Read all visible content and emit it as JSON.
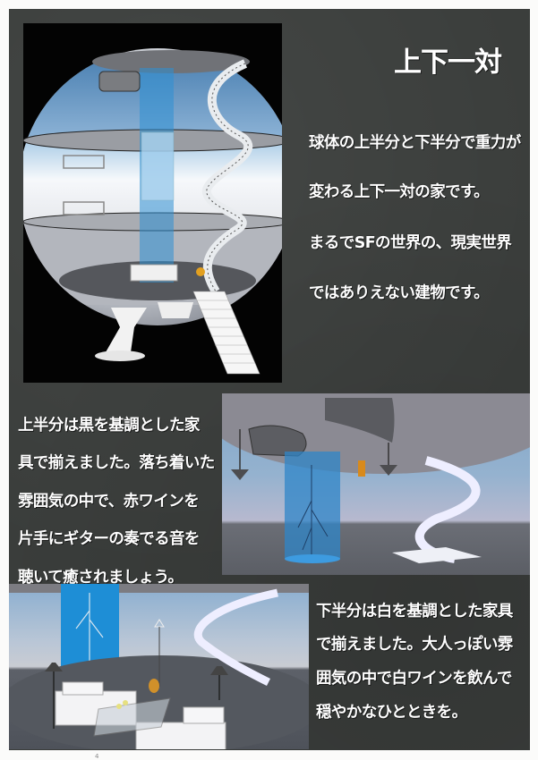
{
  "page": {
    "title": "上下一対",
    "page_number": "4",
    "colors": {
      "panel": "#3a3d3b",
      "text": "#ffffff",
      "sphere_blue": "#6f9cc4",
      "tube_blue": "#2e8fd4"
    }
  },
  "intro": {
    "lines": [
      "球体の上半分と下半分で重力が",
      "変わる上下一対の家です。",
      "まるでSFの世界の、現実世界",
      "ではありえない建物です。"
    ]
  },
  "upper_half": {
    "lines": [
      "上半分は黒を基調とした家",
      "具で揃えました。落ち着いた",
      "雰囲気の中で、赤ワインを",
      "片手にギターの奏でる音を",
      "聴いて癒されましょう。"
    ]
  },
  "lower_half": {
    "lines": [
      "下半分は白を基調とした家具",
      "で揃えました。大人っぽい雰",
      "囲気の中で白ワインを飲んで",
      "穏やかなひとときを。"
    ]
  },
  "images": {
    "sphere_cutaway": "sphere-house-cross-section",
    "upper_room": "upper-half-black-furniture-room",
    "lower_room": "lower-half-white-furniture-room"
  }
}
